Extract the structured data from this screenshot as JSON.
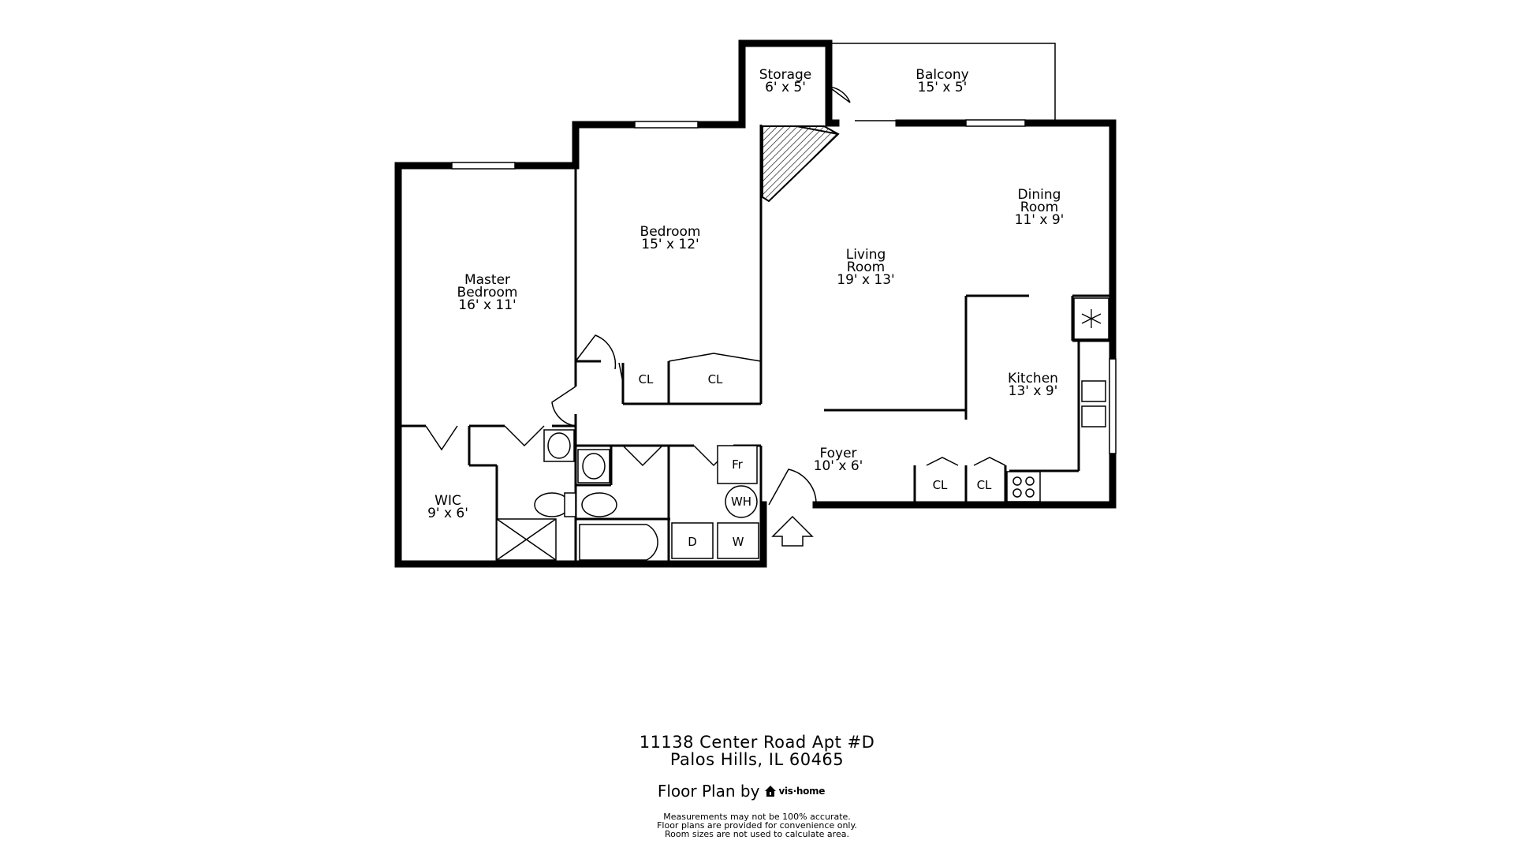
{
  "rooms": {
    "storage": {
      "name": "Storage",
      "dims": "6' x 5'"
    },
    "balcony": {
      "name": "Balcony",
      "dims": "15' x 5'"
    },
    "dining": {
      "name_line1": "Dining",
      "name_line2": "Room",
      "dims": "11' x 9'"
    },
    "bedroom": {
      "name": "Bedroom",
      "dims": "15' x 12'"
    },
    "living": {
      "name_line1": "Living",
      "name_line2": "Room",
      "dims": "19' x 13'"
    },
    "master": {
      "name_line1": "Master",
      "name_line2": "Bedroom",
      "dims": "16' x 11'"
    },
    "kitchen": {
      "name": "Kitchen",
      "dims": "13' x 9'"
    },
    "foyer": {
      "name": "Foyer",
      "dims": "10' x 6'"
    },
    "wic": {
      "name": "WIC",
      "dims": "9' x 6'"
    }
  },
  "fixtures": {
    "closet_label": "CL",
    "fridge_label": "Fr",
    "water_heater_label": "WH",
    "dryer_label": "D",
    "washer_label": "W"
  },
  "caption": {
    "address_line1": "11138 Center Road Apt #D",
    "address_line2": "Palos Hills, IL 60465",
    "floor_plan_by": "Floor Plan by",
    "brand": "vis·home",
    "disclaimer_line1": "Measurements may not be 100% accurate.",
    "disclaimer_line2": "Floor plans are provided for convenience only.",
    "disclaimer_line3": "Room sizes are not used to calculate area."
  }
}
